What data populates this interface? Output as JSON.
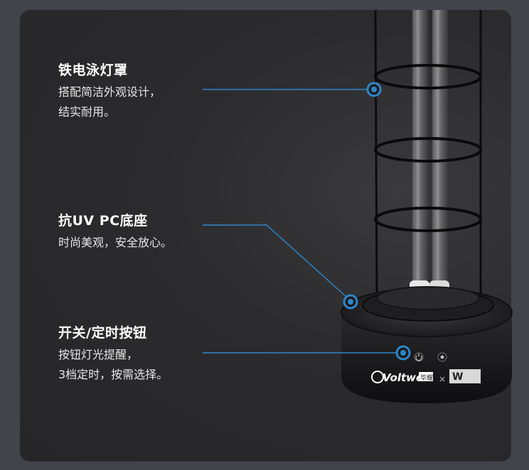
{
  "features": [
    {
      "title": "铁电泳灯罩",
      "desc_lines": [
        "搭配简洁外观设计，",
        "结实耐用。"
      ]
    },
    {
      "title": "抗UV PC底座",
      "desc_lines": [
        "时尚美观，安全放心。"
      ]
    },
    {
      "title": "开关/定时按钮",
      "desc_lines": [
        "按钮灯光提醒，",
        "3档定时，按需选择。"
      ]
    }
  ],
  "product": {
    "brand": "Voltwell",
    "brand_cn": "华耀",
    "cross": "×"
  },
  "colors": {
    "page_bg": "#414448",
    "card_bg": "#2b2b2d",
    "callout_line": "#2f86c9",
    "dot_ring": "#2f86c9",
    "text": "#ffffff"
  },
  "icons": [
    "power-icon",
    "timer-icon",
    "w-brand-logo"
  ]
}
